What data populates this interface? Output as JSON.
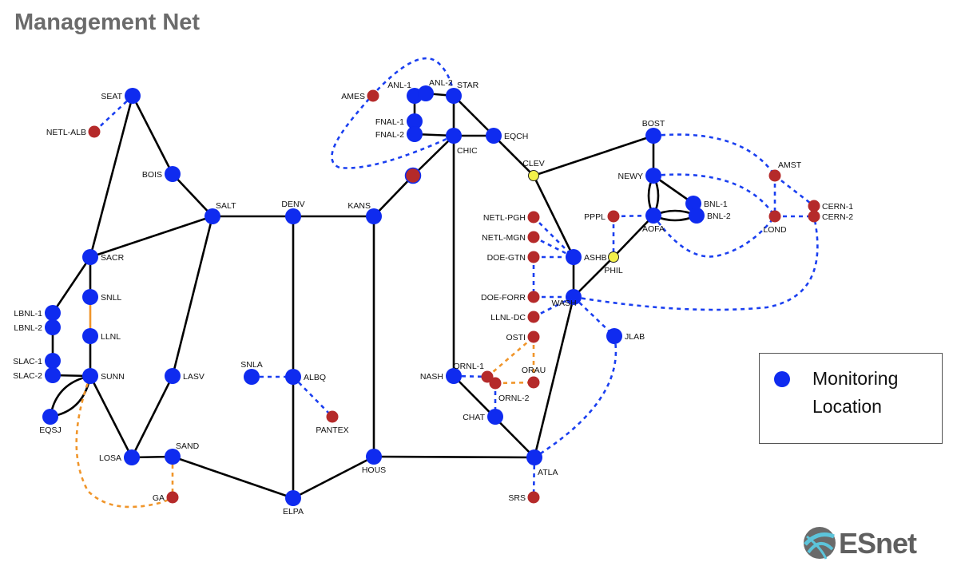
{
  "title": "Management Net",
  "legend": {
    "label_line1": "Monitoring",
    "label_line2": "Location",
    "color": "#0f2bef"
  },
  "logo": {
    "text": "ESnet"
  },
  "colors": {
    "monitoring": "#0f2bef",
    "site": "#b52a2a",
    "hub": "#f3f04a",
    "link": "#000000",
    "mgmt_dashed": "#1a3ff0",
    "alt_dashed": "#f0952a"
  },
  "nodes": [
    {
      "id": "SEAT",
      "type": "monitoring"
    },
    {
      "id": "BOIS",
      "type": "monitoring"
    },
    {
      "id": "SALT",
      "type": "monitoring"
    },
    {
      "id": "SACR",
      "type": "monitoring"
    },
    {
      "id": "SNLL",
      "type": "monitoring"
    },
    {
      "id": "LLNL",
      "type": "monitoring"
    },
    {
      "id": "LBNL-1",
      "type": "monitoring"
    },
    {
      "id": "LBNL-2",
      "type": "monitoring"
    },
    {
      "id": "SLAC-1",
      "type": "monitoring"
    },
    {
      "id": "SLAC-2",
      "type": "monitoring"
    },
    {
      "id": "SUNN",
      "type": "monitoring"
    },
    {
      "id": "EQSJ",
      "type": "monitoring"
    },
    {
      "id": "LASV",
      "type": "monitoring"
    },
    {
      "id": "LOSA",
      "type": "monitoring"
    },
    {
      "id": "SAND",
      "type": "monitoring"
    },
    {
      "id": "SNLA",
      "type": "monitoring"
    },
    {
      "id": "ALBQ",
      "type": "monitoring"
    },
    {
      "id": "DENV",
      "type": "monitoring"
    },
    {
      "id": "ELPA",
      "type": "monitoring"
    },
    {
      "id": "KANS",
      "type": "monitoring"
    },
    {
      "id": "HOUS",
      "type": "monitoring"
    },
    {
      "id": "NASH",
      "type": "monitoring"
    },
    {
      "id": "CHAT",
      "type": "monitoring"
    },
    {
      "id": "ATLA",
      "type": "monitoring"
    },
    {
      "id": "ANL-1",
      "type": "monitoring"
    },
    {
      "id": "ANL-2",
      "type": "monitoring"
    },
    {
      "id": "STAR",
      "type": "monitoring"
    },
    {
      "id": "FNAL-1",
      "type": "monitoring"
    },
    {
      "id": "FNAL-2",
      "type": "monitoring"
    },
    {
      "id": "CHIC",
      "type": "monitoring"
    },
    {
      "id": "EQCH",
      "type": "monitoring"
    },
    {
      "id": "ASHB",
      "type": "monitoring"
    },
    {
      "id": "WASH",
      "type": "monitoring"
    },
    {
      "id": "JLAB",
      "type": "monitoring"
    },
    {
      "id": "BOST",
      "type": "monitoring"
    },
    {
      "id": "NEWY",
      "type": "monitoring"
    },
    {
      "id": "AOFA",
      "type": "monitoring"
    },
    {
      "id": "BNL-1",
      "type": "monitoring"
    },
    {
      "id": "BNL-2",
      "type": "monitoring"
    },
    {
      "id": "CLEV",
      "type": "hub"
    },
    {
      "id": "PHIL",
      "type": "hub"
    },
    {
      "id": "AMES",
      "type": "site"
    },
    {
      "id": "NETL-ALB",
      "type": "site"
    },
    {
      "id": "",
      "type": "site"
    },
    {
      "id": "NETL-PGH",
      "type": "site"
    },
    {
      "id": "NETL-MGN",
      "type": "site"
    },
    {
      "id": "DOE-GTN",
      "type": "site"
    },
    {
      "id": "DOE-FORR",
      "type": "site"
    },
    {
      "id": "LLNL-DC",
      "type": "site"
    },
    {
      "id": "OSTI",
      "type": "site"
    },
    {
      "id": "ORNL-1",
      "type": "site"
    },
    {
      "id": "ORNL-2",
      "type": "site"
    },
    {
      "id": "ORAU",
      "type": "site"
    },
    {
      "id": "PANTEX",
      "type": "site"
    },
    {
      "id": "GA",
      "type": "site"
    },
    {
      "id": "SRS",
      "type": "site"
    },
    {
      "id": "PPPL",
      "type": "site"
    },
    {
      "id": "AMST",
      "type": "site"
    },
    {
      "id": "LOND",
      "type": "site"
    },
    {
      "id": "CERN-1",
      "type": "site"
    },
    {
      "id": "CERN-2",
      "type": "site"
    }
  ],
  "edges": [
    {
      "from": "SEAT",
      "to": "BOIS",
      "style": "solid"
    },
    {
      "from": "BOIS",
      "to": "SALT",
      "style": "solid"
    },
    {
      "from": "SEAT",
      "to": "SACR",
      "style": "solid"
    },
    {
      "from": "SACR",
      "to": "SALT",
      "style": "solid"
    },
    {
      "from": "SACR",
      "to": "LBNL-1",
      "style": "solid"
    },
    {
      "from": "SACR",
      "to": "SNLL",
      "style": "solid"
    },
    {
      "from": "SNLL",
      "to": "LLNL",
      "style": "orange"
    },
    {
      "from": "LLNL",
      "to": "SUNN",
      "style": "solid"
    },
    {
      "from": "LBNL-2",
      "to": "SLAC-1",
      "style": "solid"
    },
    {
      "from": "SLAC-2",
      "to": "SUNN",
      "style": "solid"
    },
    {
      "from": "SUNN",
      "to": "EQSJ",
      "style": "solid"
    },
    {
      "from": "SUNN",
      "to": "LOSA",
      "style": "solid"
    },
    {
      "from": "LOSA",
      "to": "LASV",
      "style": "solid"
    },
    {
      "from": "LASV",
      "to": "SALT",
      "style": "solid"
    },
    {
      "from": "LOSA",
      "to": "SAND",
      "style": "solid"
    },
    {
      "from": "SAND",
      "to": "ELPA",
      "style": "solid"
    },
    {
      "from": "SALT",
      "to": "DENV",
      "style": "solid"
    },
    {
      "from": "DENV",
      "to": "KANS",
      "style": "solid"
    },
    {
      "from": "DENV",
      "to": "ELPA",
      "style": "solid"
    },
    {
      "from": "KANS",
      "to": "HOUS",
      "style": "solid"
    },
    {
      "from": "ELPA",
      "to": "HOUS",
      "style": "solid"
    },
    {
      "from": "HOUS",
      "to": "ATLA",
      "style": "solid"
    },
    {
      "from": "KANS",
      "to": "CHIC",
      "style": "solid"
    },
    {
      "from": "CHIC",
      "to": "NASH",
      "style": "solid"
    },
    {
      "from": "NASH",
      "to": "ATLA",
      "style": "solid"
    },
    {
      "from": "CHIC",
      "to": "STAR",
      "style": "solid"
    },
    {
      "from": "STAR",
      "to": "ANL-2",
      "style": "solid"
    },
    {
      "from": "ANL-1",
      "to": "FNAL-1",
      "style": "solid"
    },
    {
      "from": "FNAL-2",
      "to": "CHIC",
      "style": "solid"
    },
    {
      "from": "CHIC",
      "to": "EQCH",
      "style": "solid"
    },
    {
      "from": "STAR",
      "to": "EQCH",
      "style": "solid"
    },
    {
      "from": "EQCH",
      "to": "CLEV",
      "style": "solid"
    },
    {
      "from": "CLEV",
      "to": "ASHB",
      "style": "solid"
    },
    {
      "from": "CLEV",
      "to": "BOST",
      "style": "solid"
    },
    {
      "from": "BOST",
      "to": "NEWY",
      "style": "solid"
    },
    {
      "from": "NEWY",
      "to": "AOFA",
      "style": "solid"
    },
    {
      "from": "NEWY",
      "to": "BNL-1",
      "style": "solid"
    },
    {
      "from": "AOFA",
      "to": "BNL-2",
      "style": "solid"
    },
    {
      "from": "AOFA",
      "to": "PHIL",
      "style": "solid"
    },
    {
      "from": "PHIL",
      "to": "WASH",
      "style": "solid"
    },
    {
      "from": "ASHB",
      "to": "WASH",
      "style": "solid"
    },
    {
      "from": "WASH",
      "to": "ATLA",
      "style": "solid"
    },
    {
      "from": "SEAT",
      "to": "NETL-ALB",
      "style": "dashed"
    },
    {
      "from": "SNLA",
      "to": "ALBQ",
      "style": "dashed"
    },
    {
      "from": "ALBQ",
      "to": "PANTEX",
      "style": "dashed"
    },
    {
      "from": "NETL-PGH",
      "to": "ASHB",
      "style": "dashed"
    },
    {
      "from": "NETL-MGN",
      "to": "ASHB",
      "style": "dashed"
    },
    {
      "from": "DOE-GTN",
      "to": "ASHB",
      "style": "dashed"
    },
    {
      "from": "DOE-GTN",
      "to": "DOE-FORR",
      "style": "dashed"
    },
    {
      "from": "DOE-FORR",
      "to": "WASH",
      "style": "dashed"
    },
    {
      "from": "LLNL-DC",
      "to": "WASH",
      "style": "dashed"
    },
    {
      "from": "WASH",
      "to": "JLAB",
      "style": "dashed"
    },
    {
      "from": "JLAB",
      "to": "ATLA",
      "style": "dashed"
    },
    {
      "from": "ATLA",
      "to": "SRS",
      "style": "dashed"
    },
    {
      "from": "NASH",
      "to": "ORNL-1",
      "style": "dashed"
    },
    {
      "from": "ORNL-2",
      "to": "CHAT",
      "style": "dashed"
    },
    {
      "from": "PPPL",
      "to": "AOFA",
      "style": "dashed"
    },
    {
      "from": "PPPL",
      "to": "PHIL",
      "style": "dashed"
    },
    {
      "from": "BOST",
      "to": "AMST",
      "style": "dashed"
    },
    {
      "from": "NEWY",
      "to": "LOND",
      "style": "dashed"
    },
    {
      "from": "AMST",
      "to": "LOND",
      "style": "dashed"
    },
    {
      "from": "AMST",
      "to": "CERN-1",
      "style": "dashed"
    },
    {
      "from": "LOND",
      "to": "CERN-2",
      "style": "dashed"
    },
    {
      "from": "AOFA",
      "to": "LOND",
      "style": "dashed"
    },
    {
      "from": "WASH",
      "to": "CERN-2",
      "style": "dashed"
    },
    {
      "from": "CHIC",
      "to": "AMES",
      "style": "dashed"
    },
    {
      "from": "SUNN",
      "to": "GA",
      "style": "orange-dashed"
    },
    {
      "from": "SAND",
      "to": "GA",
      "style": "orange-dashed"
    },
    {
      "from": "ORNL-1",
      "to": "OSTI",
      "style": "orange-dashed"
    },
    {
      "from": "OSTI",
      "to": "ORAU",
      "style": "orange-dashed"
    },
    {
      "from": "ORNL-2",
      "to": "ORAU",
      "style": "orange-dashed"
    }
  ]
}
